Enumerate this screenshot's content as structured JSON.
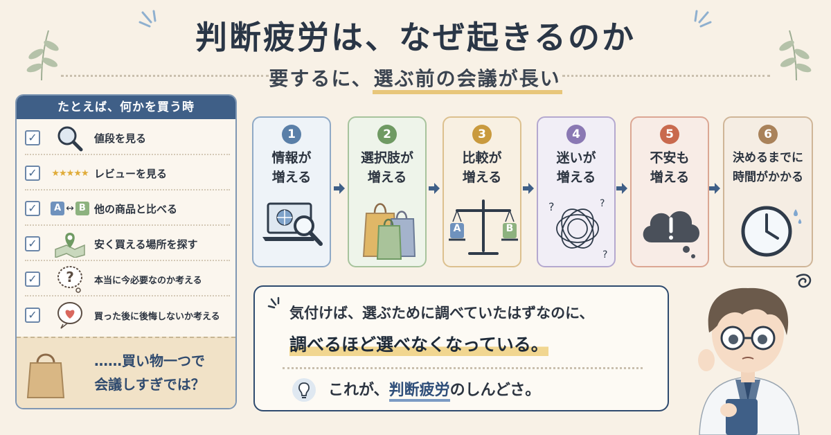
{
  "header": {
    "title": "判断疲労は、なぜ起きるのか",
    "subtitle_prefix": "要するに、",
    "subtitle_highlight": "選ぶ前の会議が長い"
  },
  "sidebar": {
    "heading": "たとえば、何かを買う時",
    "items": [
      {
        "icon": "magnifier-icon",
        "label": "値段を見る"
      },
      {
        "icon": "stars-icon",
        "label": "レビューを見る"
      },
      {
        "icon": "a-b-compare-icon",
        "label": "他の商品と比べる",
        "icon_letters": [
          "A",
          "B"
        ]
      },
      {
        "icon": "map-pin-icon",
        "label": "安く買える場所を探す"
      },
      {
        "icon": "question-bubble-icon",
        "label": "本当に今必要なのか考える"
      },
      {
        "icon": "heart-bubble-icon",
        "label": "買った後に後悔しないか考える"
      }
    ],
    "footer_line1": "……買い物一つで",
    "footer_line2": "会議しすぎでは？"
  },
  "steps": [
    {
      "num": "1",
      "line1": "情報が",
      "line2": "増える",
      "color": "#5a7fa8",
      "bg": "#eef3f8",
      "icon": "laptop-search-icon"
    },
    {
      "num": "2",
      "line1": "選択肢が",
      "line2": "増える",
      "color": "#6f9a63",
      "bg": "#eef4ea",
      "icon": "shopping-bags-icon"
    },
    {
      "num": "3",
      "line1": "比較が",
      "line2": "増える",
      "color": "#c99a3e",
      "bg": "#f8f0e2",
      "icon": "balance-scale-icon",
      "icon_letters": [
        "A",
        "B"
      ]
    },
    {
      "num": "4",
      "line1": "迷いが",
      "line2": "増える",
      "color": "#8a78b3",
      "bg": "#f1eef6",
      "icon": "tangled-thoughts-icon"
    },
    {
      "num": "5",
      "line1": "不安も",
      "line2": "増える",
      "color": "#c96a4e",
      "bg": "#f8ece6",
      "icon": "worry-cloud-icon"
    },
    {
      "num": "6",
      "line1": "決めるまでに",
      "line2": "時間がかかる",
      "color": "#a9825a",
      "bg": "#f5ede3",
      "icon": "clock-icon"
    }
  ],
  "message": {
    "line1": "気付けば、選ぶために調べていたはずなのに、",
    "line2": "調べるほど選べなくなっている。",
    "line3_prefix": "これが、",
    "line3_emphasis": "判断疲労",
    "line3_suffix": "のしんどさ。"
  },
  "colors": {
    "navy": "#3f5f87",
    "gold": "#e8c67a",
    "background": "#f8f1e6"
  }
}
